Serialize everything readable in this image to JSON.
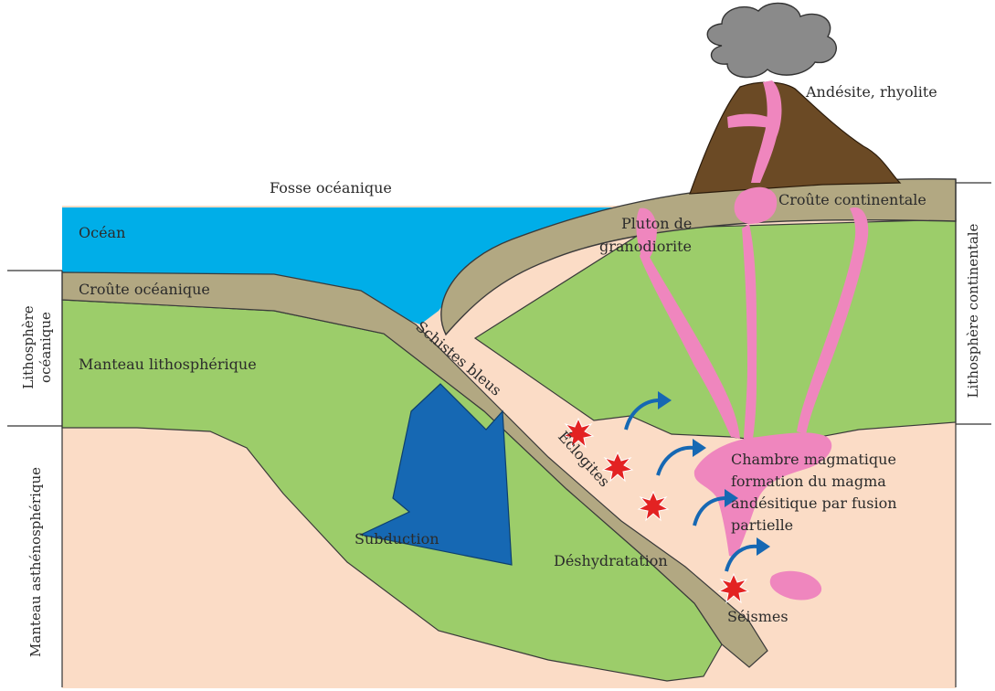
{
  "labels": {
    "fosse": "Fosse océanique",
    "ocean": "Océan",
    "croute_oceanique": "Croûte océanique",
    "manteau_litho": "Manteau lithosphérique",
    "schistes_bleus": "Schistes bleus",
    "eclogites": "Éclogites",
    "subduction": "Subduction",
    "deshydratation": "Déshydratation",
    "seismes": "Séismes",
    "pluton_line1": "Pluton de",
    "pluton_line2": "granodiorite",
    "croute_continentale": "Croûte continentale",
    "andesite": "Andésite, rhyolite",
    "chambre_line1": "Chambre magmatique",
    "chambre_line2": "formation du magma",
    "chambre_line3": "andésitique par fusion",
    "chambre_line4": "partielle",
    "litho_oceanique_line1": "Lithosphère",
    "litho_oceanique_line2": "océanique",
    "manteau_astheno": "Manteau asthénosphérique",
    "litho_continentale": "Lithosphère continentale"
  },
  "colors": {
    "ocean": "#00aee8",
    "mantle_lithosphere": "#9ccd6a",
    "asthenosphere": "#fbdcc6",
    "crust": "#b2a882",
    "magma": "#ef86be",
    "volcano": "#6b4a25",
    "cloud": "#8a8a8a",
    "arrow": "#1668b3",
    "quake": "#e32222"
  }
}
